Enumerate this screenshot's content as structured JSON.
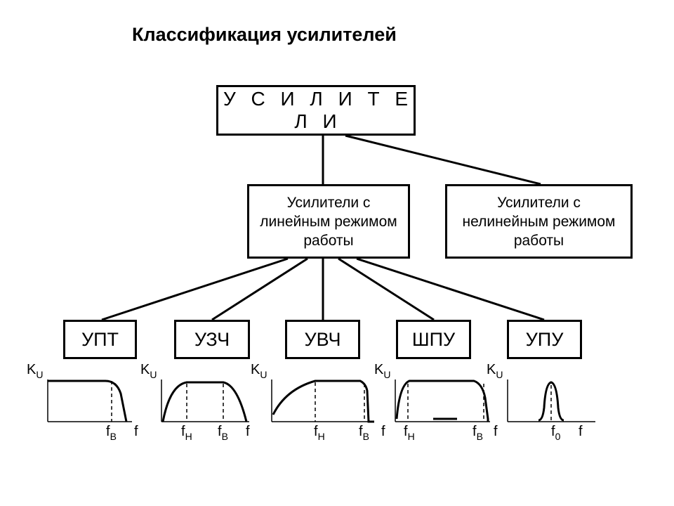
{
  "title": "Классификация усилителей",
  "root": {
    "label": "У С И Л И Т Е Л И"
  },
  "branches": [
    {
      "id": "linear",
      "label": "Усилители с\nлинейным режимом\nработы"
    },
    {
      "id": "nonlinear",
      "label": "Усилители с\nнелинейным режимом\nработы"
    }
  ],
  "types": [
    {
      "id": "upt",
      "label": "УПТ",
      "graph": {
        "y_axis": {
          "main": "K",
          "sub": "U"
        },
        "x_ticks": [
          {
            "main": "f",
            "sub": "В"
          },
          {
            "main": "f",
            "sub": ""
          }
        ]
      }
    },
    {
      "id": "uzch",
      "label": "УЗЧ",
      "graph": {
        "y_axis": {
          "main": "K",
          "sub": "U"
        },
        "x_ticks": [
          {
            "main": "f",
            "sub": "Н"
          },
          {
            "main": "f",
            "sub": "В"
          },
          {
            "main": "f",
            "sub": ""
          }
        ]
      }
    },
    {
      "id": "uvch",
      "label": "УВЧ",
      "graph": {
        "y_axis": {
          "main": "K",
          "sub": "U"
        },
        "x_ticks": [
          {
            "main": "f",
            "sub": "Н"
          },
          {
            "main": "f",
            "sub": "В"
          },
          {
            "main": "f",
            "sub": ""
          }
        ]
      }
    },
    {
      "id": "shpu",
      "label": "ШПУ",
      "graph": {
        "y_axis": {
          "main": "K",
          "sub": "U"
        },
        "x_ticks": [
          {
            "main": "f",
            "sub": "Н"
          },
          {
            "main": "f",
            "sub": "В"
          },
          {
            "main": "f",
            "sub": ""
          }
        ]
      }
    },
    {
      "id": "upu",
      "label": "УПУ",
      "graph": {
        "y_axis": {
          "main": "K",
          "sub": "U"
        },
        "x_ticks": [
          {
            "main": "f",
            "sub": "0"
          },
          {
            "main": "f",
            "sub": ""
          }
        ]
      }
    }
  ]
}
